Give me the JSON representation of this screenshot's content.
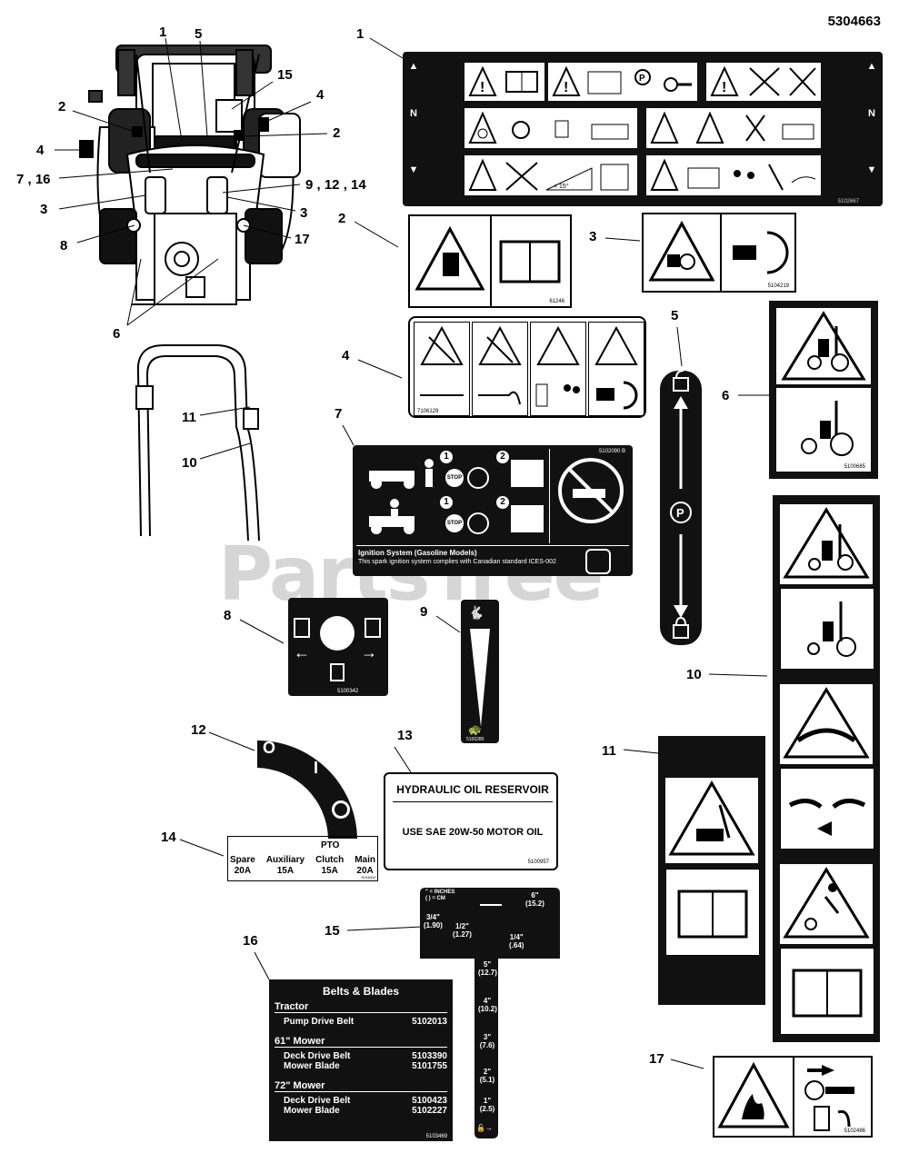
{
  "doc_id": "5304663",
  "watermark": "PartsTree",
  "watermark_tm": "TM",
  "overview_callouts": {
    "c1": "1",
    "c5": "5",
    "c15": "15",
    "c2a": "2",
    "c4a": "4",
    "c2b": "2",
    "c4b": "4",
    "c7_16": "7 , 16",
    "c9_12_14": "9 , 12 , 14",
    "c3a": "3",
    "c3b": "3",
    "c8": "8",
    "c17": "17",
    "c6": "6",
    "c11": "11",
    "c10": "10"
  },
  "decal_callouts": {
    "d1": "1",
    "d2": "2",
    "d3": "3",
    "d4": "4",
    "d5": "5",
    "d6": "6",
    "d7": "7",
    "d8": "8",
    "d9": "9",
    "d10": "10",
    "d11": "11",
    "d12": "12",
    "d13": "13",
    "d14": "14",
    "d15": "15",
    "d16": "16",
    "d17": "17"
  },
  "decal1": {
    "part_no": "5102667",
    "n_left": "N",
    "n_right": "N"
  },
  "decal2": {
    "part_no": "61246"
  },
  "decal3": {
    "part_no": "5104219"
  },
  "decal4": {
    "part_no": "7106129"
  },
  "decal6": {
    "part_no": "5100685"
  },
  "decal7": {
    "part_no": "5102090 B",
    "step1": "1",
    "step2": "2",
    "step1b": "1",
    "step2b": "2",
    "stop": "STOP",
    "stop_b": "STOP",
    "ignition_title": "Ignition System (Gasoline Models)",
    "ignition_text": "This spark ignition system complies with Canadian standard ICES-002"
  },
  "decal8": {
    "part_no": "5100342"
  },
  "decal9": {
    "part_no": "5100280"
  },
  "decal12": {
    "off": "O",
    "on": "I"
  },
  "decal13": {
    "title": "HYDRAULIC OIL RESERVOIR",
    "text": "USE SAE 20W-50 MOTOR OIL",
    "part_no": "5100957"
  },
  "decal14": {
    "header": "PTO",
    "fuses": [
      {
        "name": "Spare",
        "amps": "20A"
      },
      {
        "name": "Auxiliary",
        "amps": "15A"
      },
      {
        "name": "Clutch",
        "amps": "15A"
      },
      {
        "name": "Main",
        "amps": "20A"
      }
    ],
    "part_no": "5104503"
  },
  "decal15": {
    "legend_inches": "\" = INCHES",
    "legend_cm": "( ) = CM",
    "heights": [
      {
        "in": "6\"",
        "cm": "(15.2)"
      },
      {
        "in": "3/4\"",
        "cm": "(1.90)"
      },
      {
        "in": "1/2\"",
        "cm": "(1.27)"
      },
      {
        "in": "1/4\"",
        "cm": "(.64)"
      },
      {
        "in": "5\"",
        "cm": "(12.7)"
      },
      {
        "in": "4\"",
        "cm": "(10.2)"
      },
      {
        "in": "3\"",
        "cm": "(7.6)"
      },
      {
        "in": "2\"",
        "cm": "(5.1)"
      },
      {
        "in": "1\"",
        "cm": "(2.5)"
      }
    ]
  },
  "decal16": {
    "title": "Belts & Blades",
    "sections": [
      {
        "heading": "Tractor",
        "rows": [
          {
            "item": "Pump Drive Belt",
            "part": "5102013"
          }
        ]
      },
      {
        "heading": "61\" Mower",
        "rows": [
          {
            "item": "Deck Drive Belt",
            "part": "5103390"
          },
          {
            "item": "Mower Blade",
            "part": "5101755"
          }
        ]
      },
      {
        "heading": "72\" Mower",
        "rows": [
          {
            "item": "Deck Drive Belt",
            "part": "5100423"
          },
          {
            "item": "Mower Blade",
            "part": "5102227"
          }
        ]
      }
    ],
    "part_no": "5103469"
  },
  "decal17": {
    "part_no": "5102486"
  }
}
